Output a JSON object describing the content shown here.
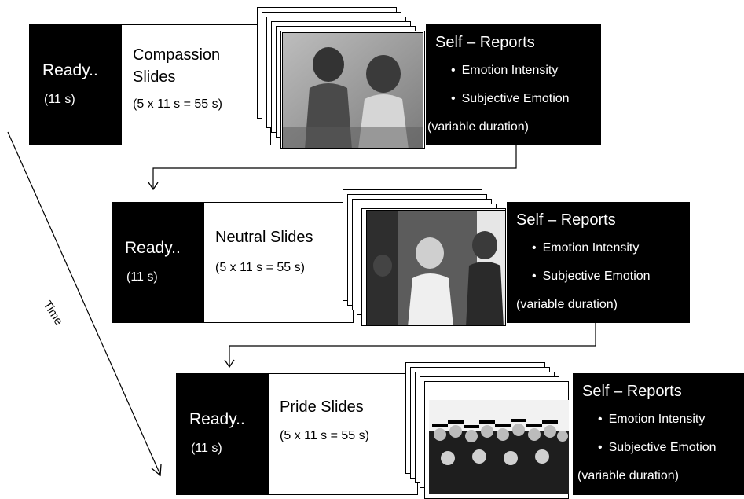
{
  "rows": [
    {
      "ready": {
        "title": "Ready..",
        "duration": "(11 s)"
      },
      "slides": {
        "title_line1": "Compassion",
        "title_line2": "Slides",
        "duration": "(5 x 11 s = 55 s)"
      },
      "self_reports": {
        "title": "Self – Reports",
        "items": [
          "Emotion Intensity",
          "Subjective Emotion"
        ],
        "duration": "(variable duration)"
      }
    },
    {
      "ready": {
        "title": "Ready..",
        "duration": "(11 s)"
      },
      "slides": {
        "title_line1": "Neutral Slides",
        "title_line2": "",
        "duration": "(5 x 11 s = 55 s)"
      },
      "self_reports": {
        "title": "Self – Reports",
        "items": [
          "Emotion Intensity",
          "Subjective Emotion"
        ],
        "duration": "(variable duration)"
      }
    },
    {
      "ready": {
        "title": "Ready..",
        "duration": "(11 s)"
      },
      "slides": {
        "title_line1": "Pride Slides",
        "title_line2": "",
        "duration": "(5 x 11 s = 55 s)"
      },
      "self_reports": {
        "title": "Self – Reports",
        "items": [
          "Emotion Intensity",
          "Subjective Emotion"
        ],
        "duration": "(variable duration)"
      }
    }
  ],
  "bullet": "•",
  "time_label": "Time",
  "colors": {
    "black": "#000000",
    "white": "#ffffff",
    "photo_gray": "#6e6e6e"
  }
}
